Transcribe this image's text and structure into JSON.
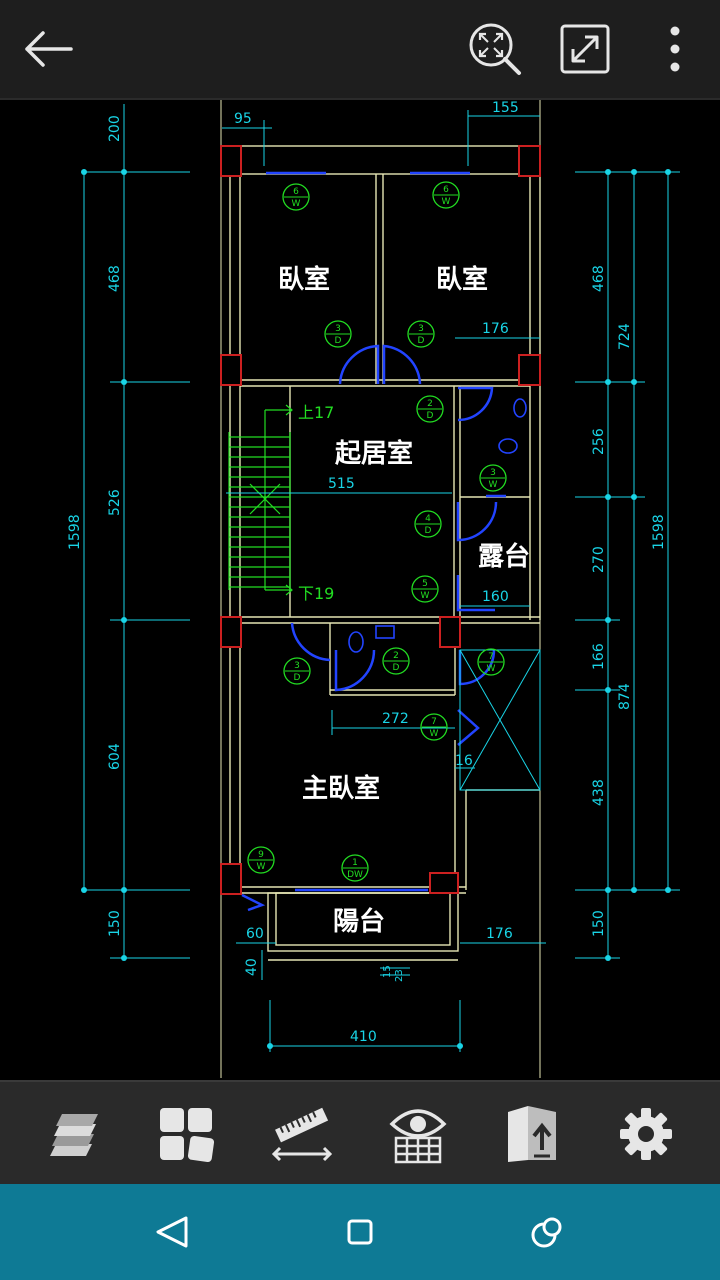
{
  "topbar": {
    "back_icon": "arrow-left-icon",
    "zoom_fit_icon": "zoom-fit-icon",
    "fullscreen_icon": "fullscreen-icon",
    "menu_icon": "more-vertical-icon"
  },
  "plan": {
    "rooms": {
      "bedroom_left": "臥室",
      "bedroom_right": "臥室",
      "living": "起居室",
      "terrace": "露台",
      "master_bedroom": "主臥室",
      "balcony": "陽台"
    },
    "stairs": {
      "up": "上17",
      "down": "下19"
    },
    "dimensions": {
      "d95": "95",
      "d155": "155",
      "d200": "200",
      "d468": "468",
      "d526": "526",
      "d604": "604",
      "d150": "150",
      "d1598": "1598",
      "r468": "468",
      "r724": "724",
      "r256": "256",
      "r1598": "1598",
      "r270": "270",
      "r166": "166",
      "r874": "874",
      "r438": "438",
      "r150": "150",
      "d176a": "176",
      "d515": "515",
      "d160": "160",
      "d272": "272",
      "d16": "16",
      "d60": "60",
      "d40": "40",
      "d176b": "176",
      "d410": "410",
      "d15": "15",
      "d23": "23"
    },
    "tags": [
      {
        "n": "6",
        "t": "W"
      },
      {
        "n": "6",
        "t": "W"
      },
      {
        "n": "3",
        "t": "D"
      },
      {
        "n": "3",
        "t": "D"
      },
      {
        "n": "2",
        "t": "D"
      },
      {
        "n": "3",
        "t": "W"
      },
      {
        "n": "4",
        "t": "D"
      },
      {
        "n": "5",
        "t": "W"
      },
      {
        "n": "2",
        "t": "D"
      },
      {
        "n": "3",
        "t": "D"
      },
      {
        "n": "7",
        "t": "W"
      },
      {
        "n": "7",
        "t": "W"
      },
      {
        "n": "9",
        "t": "W"
      },
      {
        "n": "1",
        "t": "DW"
      }
    ],
    "colors": {
      "dimension": "#19d4e6",
      "wall": "#e6e6b4",
      "annotation": "#22dd22",
      "door": "#2244ff",
      "column": "#cc2020"
    }
  },
  "toolbar": {
    "items": [
      "layers-icon",
      "layouts-icon",
      "measure-icon",
      "view-grid-icon",
      "export-icon",
      "settings-icon"
    ]
  },
  "navbar": {
    "items": [
      "nav-back-icon",
      "nav-home-icon",
      "nav-recents-icon"
    ]
  }
}
